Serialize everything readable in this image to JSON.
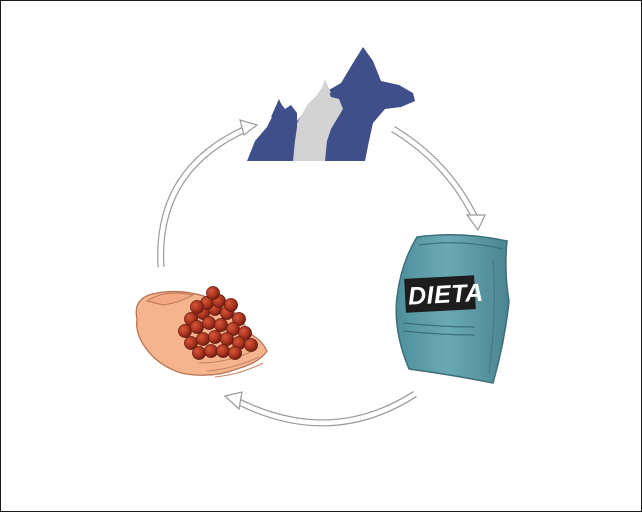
{
  "diagram": {
    "bag_label": "DIETA",
    "colors": {
      "animal_blue": "#3f4f8a",
      "animal_grey": "#d3d3d3",
      "bag_teal": "#5f9ea9",
      "bag_label_bg": "#1d1d1d",
      "kibble_red": "#a8331f",
      "hand_skin": "#f6b48e",
      "arrow_stroke": "#9a9a9a"
    },
    "nodes": [
      {
        "name": "pets",
        "icon": "dog-and-cat-silhouette-icon"
      },
      {
        "name": "diet-bag",
        "icon": "food-bag-icon"
      },
      {
        "name": "hand-with-kibble",
        "icon": "hand-holding-kibble-icon"
      }
    ],
    "cycle_direction": "clockwise"
  }
}
